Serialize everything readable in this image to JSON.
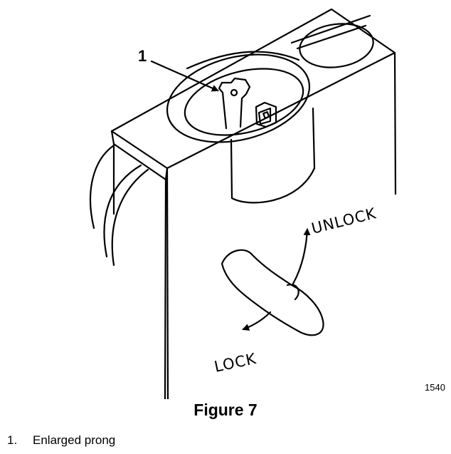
{
  "figure": {
    "callout_number": "1",
    "unlock_label": "UNLOCK",
    "lock_label": "LOCK",
    "figure_id": "1540",
    "caption": "Figure 7"
  },
  "legend": {
    "items": [
      {
        "number": "1.",
        "text": "Enlarged prong"
      }
    ]
  }
}
